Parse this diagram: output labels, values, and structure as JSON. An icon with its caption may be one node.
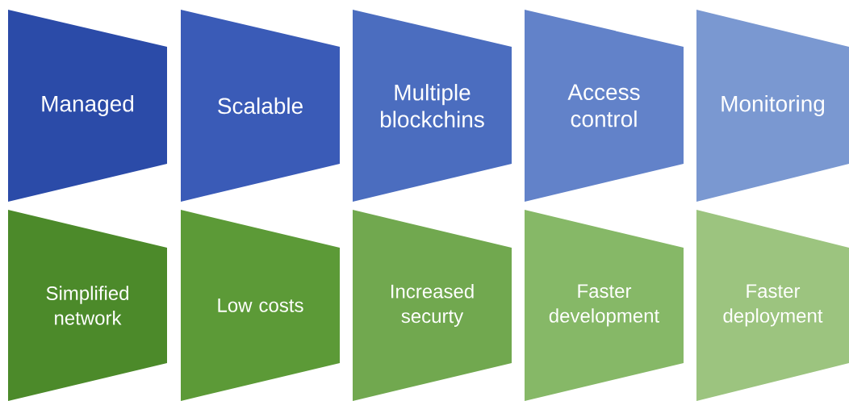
{
  "diagram": {
    "nodes": [
      {
        "text": [
          "Managed"
        ]
      },
      {
        "text": [
          "Scalable"
        ]
      },
      {
        "text": [
          "Multiple blockchins"
        ]
      },
      {
        "text": [
          "Access control"
        ]
      },
      {
        "text": [
          "Monitoring"
        ]
      },
      {
        "text": [
          "Simplified network"
        ]
      },
      {
        "text": [
          "Low costs"
        ]
      },
      {
        "text": [
          "Increased securty"
        ]
      },
      {
        "text": [
          "Faster development"
        ]
      },
      {
        "text": [
          "Faster deployment"
        ]
      }
    ]
  }
}
